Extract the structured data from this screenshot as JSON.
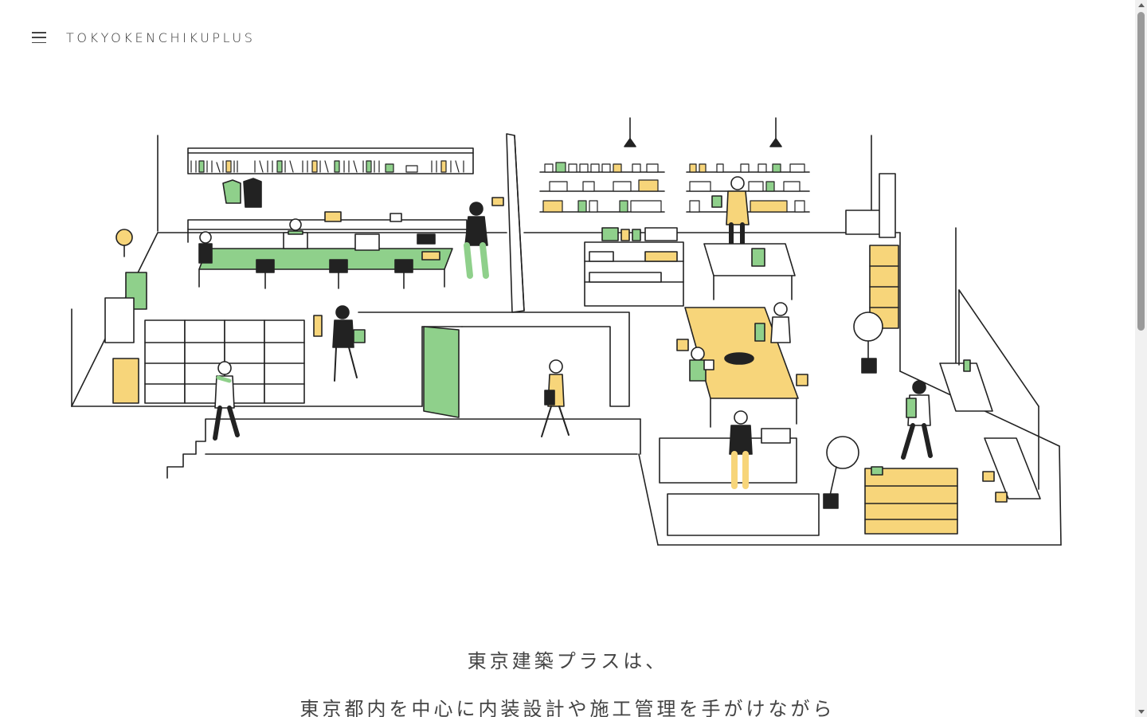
{
  "header": {
    "logo": "TOKYOKENCHIKUPLUS",
    "menu_icon": "hamburger-menu-icon"
  },
  "hero": {
    "illustration": "office-floor-illustration"
  },
  "intro": {
    "line1": "東京建築プラスは、",
    "line2": "東京都内を中心に内装設計や施工管理を手がけながら"
  },
  "colors": {
    "green": "#8fd08b",
    "yellow": "#f7d57a",
    "line": "#222222",
    "text": "#444444"
  }
}
